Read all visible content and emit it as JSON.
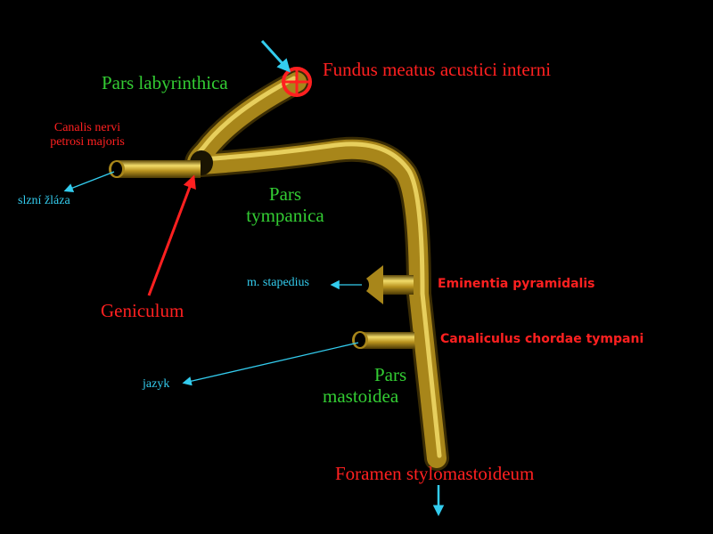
{
  "colors": {
    "background": "#000000",
    "nerve": "#a8861a",
    "nerve_highlight": "#f2dc6a",
    "part_label": "#33cc33",
    "structure_label": "#ff2020",
    "target_label": "#33ccee"
  },
  "labels": {
    "pars_labyrinthica": "Pars labyrinthica",
    "fundus": "Fundus meatus acustici interni",
    "canalis_line1": "Canalis nervi",
    "canalis_line2": "petrosi majoris",
    "slzni_zlaza": "slzní žláza",
    "pars_tympanica_line1": "Pars",
    "pars_tympanica_line2": "tympanica",
    "geniculum": "Geniculum",
    "m_stapedius": "m. stapedius",
    "eminentia": "Eminentia pyramidalis",
    "canaliculus": "Canaliculus chordae tympani",
    "pars_mastoidea_line1": "Pars",
    "pars_mastoidea_line2": "mastoidea",
    "jazyk": "jazyk",
    "foramen": "Foramen stylomastoideum"
  },
  "icons": [
    "entry-marker-icon",
    "cyan-arrow-icon",
    "red-arrow-icon",
    "branch-arrow-icon"
  ]
}
